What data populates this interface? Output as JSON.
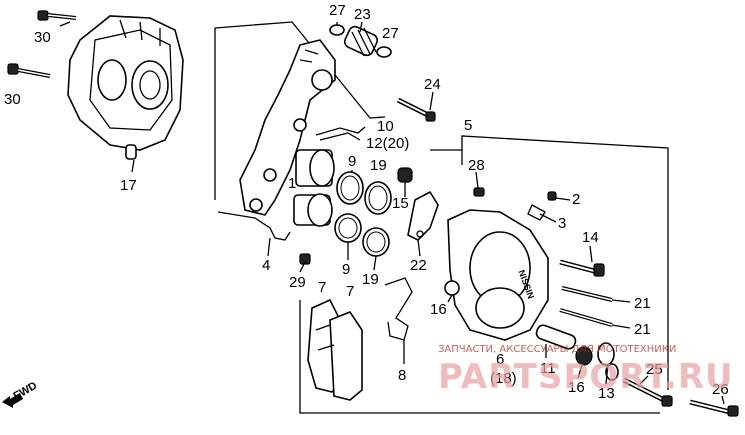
{
  "labels": {
    "p30a": "30",
    "p30b": "30",
    "p17": "17",
    "p27a": "27",
    "p23": "23",
    "p27b": "27",
    "p24": "24",
    "p10": "10",
    "p12": "12(20)",
    "p5": "5",
    "p9a": "9",
    "p19a": "19",
    "p1": "1",
    "p15": "15",
    "p28": "28",
    "p2": "2",
    "p3": "3",
    "p4": "4",
    "p9b": "9",
    "p19b": "19",
    "p22": "22",
    "p14": "14",
    "p29": "29",
    "p7a": "7",
    "p7b": "7",
    "p16a": "16",
    "p21a": "21",
    "p21b": "21",
    "p6": "6",
    "p18": "(18)",
    "p11": "11",
    "p16b": "16",
    "p13": "13",
    "p8": "8",
    "p25": "25",
    "p26": "26"
  },
  "direction_label": "FWD",
  "caliper_stamp": "NISSIN",
  "watermark": {
    "top_text": "ЗАПЧАСТИ, АКСЕССУАРЫ ДЛЯ МОТОТЕХНИКИ",
    "big_text": "PARTSPORT.RU"
  }
}
